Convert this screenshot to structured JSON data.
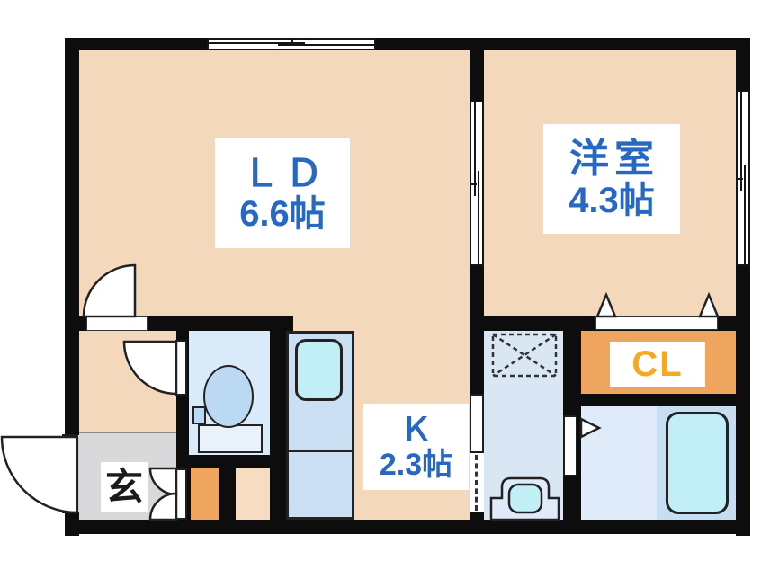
{
  "plan": {
    "rooms": {
      "ld": {
        "label": "ＬＤ",
        "area": "6.6帖"
      },
      "western": {
        "label": "洋室",
        "area": "4.3帖"
      },
      "kitchen": {
        "label": "Ｋ",
        "area": "2.3帖"
      },
      "closet": {
        "label": "CL"
      },
      "entrance": {
        "label": "玄"
      }
    }
  },
  "colors": {
    "wall": "#0d0d0d",
    "room_floor": "#f3d8bc",
    "entrance_floor": "#d9d9db",
    "toilet_floor": "#d9eaf8",
    "washroom_floor": "#d9e7f5",
    "bath_floor": "#dfebf8",
    "bath_tub_zone": "#c7def2",
    "fixture_blue": "#cbdff3",
    "sink_cyan": "#c2eff6",
    "tub_cyan": "#c0edf6",
    "toilet_bowl_blue": "#bbd9f3",
    "closet_orange": "#efa55e",
    "storage_orange": "#efa55e",
    "storage_pale": "#f6dcc0",
    "label_blue": "#2668c4",
    "label_amber": "#f7a823",
    "label_black": "#1a1a1a"
  }
}
